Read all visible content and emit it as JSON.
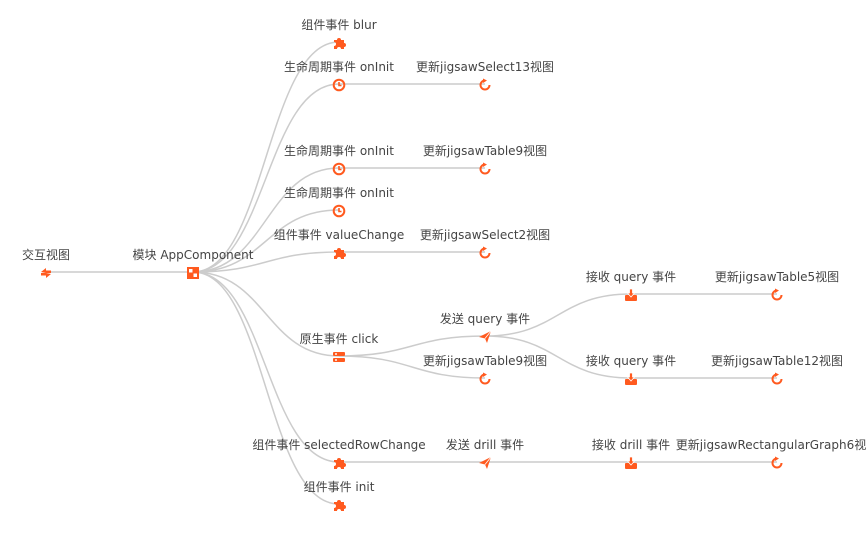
{
  "colors": {
    "accent": "#ff5a1f",
    "link": "#cccccc",
    "text": "#444444"
  },
  "nodes": [
    {
      "id": "root",
      "label": "交互视图",
      "icon": "switch-icon",
      "parent": null
    },
    {
      "id": "app",
      "label": "模块 AppComponent",
      "icon": "module-icon",
      "parent": "root"
    },
    {
      "id": "blur",
      "label": "组件事件 blur",
      "icon": "puzzle-icon",
      "parent": "app"
    },
    {
      "id": "oninit1",
      "label": "生命周期事件 onInit",
      "icon": "clock-icon",
      "parent": "app"
    },
    {
      "id": "sel13",
      "label": "更新jigsawSelect13视图",
      "icon": "refresh-icon",
      "parent": "oninit1"
    },
    {
      "id": "oninit2",
      "label": "生命周期事件 onInit",
      "icon": "clock-icon",
      "parent": "app"
    },
    {
      "id": "tab9a",
      "label": "更新jigsawTable9视图",
      "icon": "refresh-icon",
      "parent": "oninit2"
    },
    {
      "id": "oninit3",
      "label": "生命周期事件 onInit",
      "icon": "clock-icon",
      "parent": "app"
    },
    {
      "id": "valuechange",
      "label": "组件事件 valueChange",
      "icon": "puzzle-icon",
      "parent": "app"
    },
    {
      "id": "sel2",
      "label": "更新jigsawSelect2视图",
      "icon": "refresh-icon",
      "parent": "valuechange"
    },
    {
      "id": "click",
      "label": "原生事件 click",
      "icon": "list-icon",
      "parent": "app"
    },
    {
      "id": "sendquery",
      "label": "发送 query 事件",
      "icon": "send-icon",
      "parent": "click"
    },
    {
      "id": "recvq1",
      "label": "接收 query 事件",
      "icon": "download-icon",
      "parent": "sendquery"
    },
    {
      "id": "tab5",
      "label": "更新jigsawTable5视图",
      "icon": "refresh-icon",
      "parent": "recvq1"
    },
    {
      "id": "recvq2",
      "label": "接收 query 事件",
      "icon": "download-icon",
      "parent": "sendquery"
    },
    {
      "id": "tab12",
      "label": "更新jigsawTable12视图",
      "icon": "refresh-icon",
      "parent": "recvq2"
    },
    {
      "id": "tab9b",
      "label": "更新jigsawTable9视图",
      "icon": "refresh-icon",
      "parent": "click"
    },
    {
      "id": "rowchange",
      "label": "组件事件 selectedRowChange",
      "icon": "puzzle-icon",
      "parent": "app"
    },
    {
      "id": "senddrill",
      "label": "发送 drill 事件",
      "icon": "send-icon",
      "parent": "rowchange"
    },
    {
      "id": "recvdrill",
      "label": "接收 drill 事件",
      "icon": "download-icon",
      "parent": "senddrill"
    },
    {
      "id": "rect6",
      "label": "更新jigsawRectangularGraph6视图",
      "icon": "refresh-icon",
      "parent": "recvdrill"
    },
    {
      "id": "init",
      "label": "组件事件 init",
      "icon": "puzzle-icon",
      "parent": "app"
    }
  ]
}
